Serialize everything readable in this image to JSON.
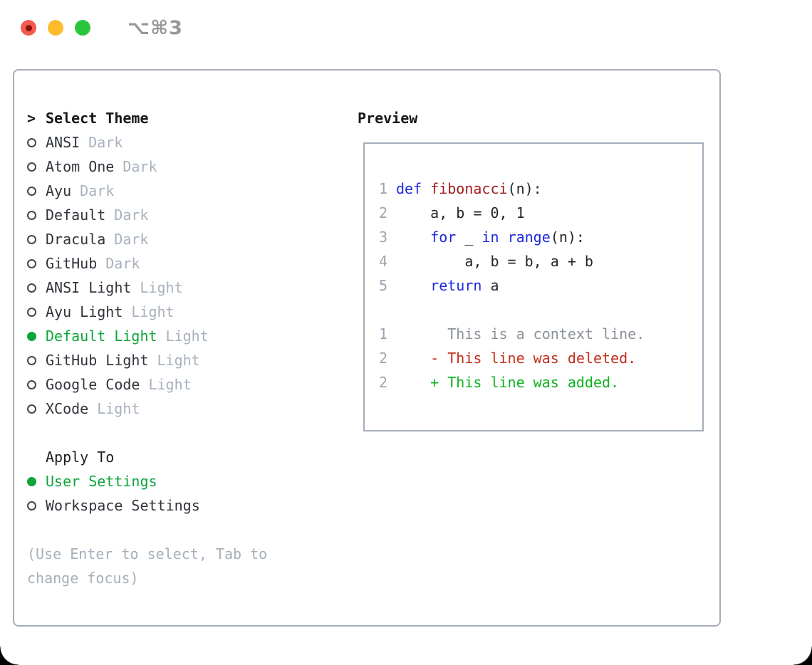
{
  "window": {
    "shortcut": "⌥⌘3",
    "traffic_lights": [
      "close",
      "minimize",
      "zoom"
    ]
  },
  "theme_list": {
    "cursor": ">",
    "title": "Select Theme",
    "items": [
      {
        "label": "ANSI",
        "tag": "Dark",
        "selected": false
      },
      {
        "label": "Atom One",
        "tag": "Dark",
        "selected": false
      },
      {
        "label": "Ayu",
        "tag": "Dark",
        "selected": false
      },
      {
        "label": "Default",
        "tag": "Dark",
        "selected": false
      },
      {
        "label": "Dracula",
        "tag": "Dark",
        "selected": false
      },
      {
        "label": "GitHub",
        "tag": "Dark",
        "selected": false
      },
      {
        "label": "ANSI Light",
        "tag": "Light",
        "selected": false
      },
      {
        "label": "Ayu Light",
        "tag": "Light",
        "selected": false
      },
      {
        "label": "Default Light",
        "tag": "Light",
        "selected": true
      },
      {
        "label": "GitHub Light",
        "tag": "Light",
        "selected": false
      },
      {
        "label": "Google Code",
        "tag": "Light",
        "selected": false
      },
      {
        "label": "XCode",
        "tag": "Light",
        "selected": false
      }
    ]
  },
  "apply_to": {
    "title": "Apply To",
    "options": [
      {
        "label": "User Settings",
        "selected": true
      },
      {
        "label": "Workspace Settings",
        "selected": false
      }
    ]
  },
  "help_text": "(Use Enter to select, Tab to change focus)",
  "preview": {
    "title": "Preview",
    "code_lines": [
      {
        "num": "1",
        "segs": [
          [
            "kw",
            "def"
          ],
          [
            "code",
            " "
          ],
          [
            "fn",
            "fibonacci"
          ],
          [
            "code",
            "(n):"
          ]
        ]
      },
      {
        "num": "2",
        "segs": [
          [
            "code",
            "    a, b = 0, 1"
          ]
        ]
      },
      {
        "num": "3",
        "segs": [
          [
            "code",
            "    "
          ],
          [
            "kw",
            "for"
          ],
          [
            "code",
            " _ "
          ],
          [
            "kw",
            "in"
          ],
          [
            "code",
            " "
          ],
          [
            "kw",
            "range"
          ],
          [
            "code",
            "(n):"
          ]
        ]
      },
      {
        "num": "4",
        "segs": [
          [
            "code",
            "        a, b = b, a + b"
          ]
        ]
      },
      {
        "num": "5",
        "segs": [
          [
            "code",
            "    "
          ],
          [
            "kw",
            "return"
          ],
          [
            "code",
            " a"
          ]
        ]
      }
    ],
    "diff_lines": [
      {
        "num": "1",
        "segs": [
          [
            "ctx",
            "      This is a context line."
          ]
        ]
      },
      {
        "num": "2",
        "segs": [
          [
            "del",
            "    - This line was deleted."
          ]
        ]
      },
      {
        "num": "2",
        "segs": [
          [
            "add",
            "    + This line was added."
          ]
        ]
      }
    ]
  },
  "colors": {
    "selection_green": "#0da53a",
    "keyword_blue": "#1e29e0",
    "function_red": "#a31c1c",
    "diff_deleted_red": "#c22d1c",
    "diff_added_green": "#0cb31f",
    "tag_gray": "#a8b1bc",
    "line_number_gray": "#9aa5b1",
    "border_gray": "#a5adb8"
  }
}
